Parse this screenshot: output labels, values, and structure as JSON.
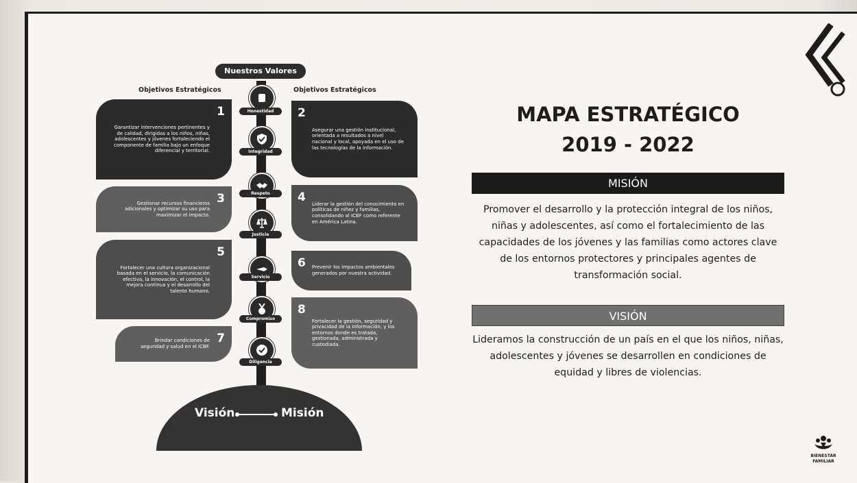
{
  "diagram": {
    "banner": "Nuestros Valores",
    "objectives_heading_left": "Objetivos Estratégicos",
    "objectives_heading_right": "Objetivos Estratégicos",
    "values": [
      "Honestidad",
      "Integridad",
      "Respeto",
      "Justicia",
      "Servicio",
      "Compromiso",
      "Diligencia"
    ],
    "objectives": [
      {
        "num": "1",
        "text": "Garantizar intervenciones pertinentes y de calidad, dirigidas a los niños, niñas, adolescentes y jóvenes fortaleciendo el componente de familia bajo un enfoque diferencial y territorial."
      },
      {
        "num": "2",
        "text": "Asegurar una gestión institucional, orientada a resultados a nivel nacional y local, apoyada en el uso de las tecnologías de la información."
      },
      {
        "num": "3",
        "text": "Gestionar recursos financieros adicionales y optimizar su uso para maximizar el impacto."
      },
      {
        "num": "4",
        "text": "Liderar la gestión del conocimiento en políticas de niñez y familias, consolidando al ICBF como referente en América Latina."
      },
      {
        "num": "5",
        "text": "Fortalecer una cultura organizacional basada en el servicio, la comunicación efectiva, la innovación, el control, la mejora continua y el desarrollo del talento humano."
      },
      {
        "num": "6",
        "text": "Prevenir los impactos ambientales generados por nuestra actividad."
      },
      {
        "num": "7",
        "text": "Brindar condiciones de seguridad y salud en el ICBF."
      },
      {
        "num": "8",
        "text": "Fortalecer la gestión, seguridad y privacidad de la información, y los entornos donde es tratada, gestionada, administrada y custodiada."
      }
    ],
    "base_left": "Visión",
    "base_right": "Misión"
  },
  "title_line1": "MAPA ESTRATÉGICO",
  "title_line2": "2019 - 2022",
  "mision": {
    "heading": "MISIÓN",
    "text": "Promover el desarrollo y la protección integral de los niños, niñas y adolescentes, así como el fortalecimiento de las capacidades de los jóvenes y las familias como actores clave de los entornos protectores y principales agentes de transformación social."
  },
  "vision": {
    "heading": "VISIÓN",
    "text": "Lideramos la construcción de un país en el que los niños, niñas, adolescentes y jóvenes se desarrollen en condiciones de equidad y libres de violencias."
  },
  "logo_bottom": {
    "line1": "BIENESTAR",
    "line2": "FAMILIAR"
  },
  "colors": {
    "dark": "#1a1a1a",
    "mid": "#4d4d4d",
    "grey_bar": "#707070"
  },
  "icons": [
    "honesty-icon",
    "integrity-shield-icon",
    "handshake-icon",
    "scales-icon",
    "service-icon",
    "medal-icon",
    "check-badge-icon",
    "chevron-logo-icon",
    "family-logo-icon"
  ]
}
